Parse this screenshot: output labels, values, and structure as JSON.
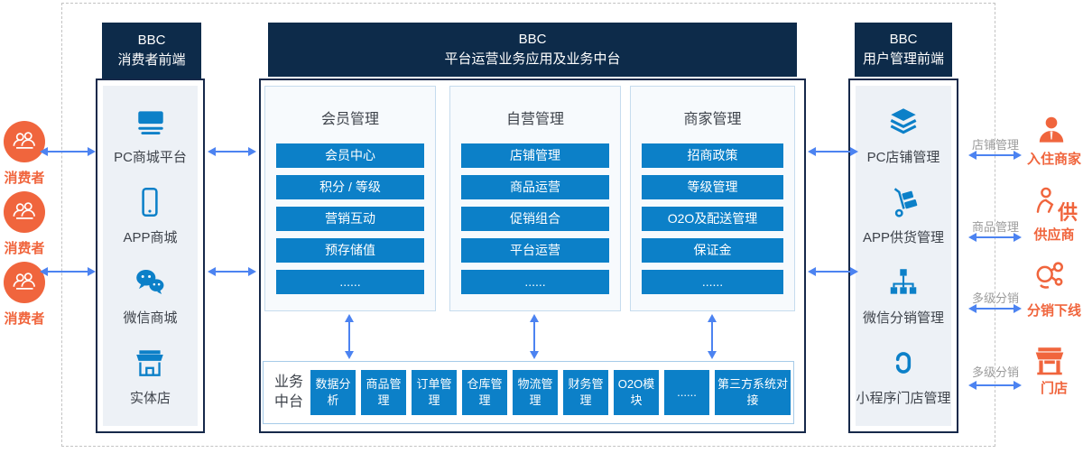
{
  "colors": {
    "navy": "#0d2b4a",
    "button_blue": "#0c80c8",
    "orange": "#f0653d",
    "arrow_blue": "#4c83f1"
  },
  "consumers": [
    {
      "label": "消费者"
    },
    {
      "label": "消费者"
    },
    {
      "label": "消费者"
    }
  ],
  "left_panel": {
    "title_line1": "BBC",
    "title_line2": "消费者前端",
    "items": [
      {
        "icon": "pc-mall-icon",
        "label": "PC商城平台"
      },
      {
        "icon": "app-mall-icon",
        "label": "APP商城"
      },
      {
        "icon": "wechat-mall-icon",
        "label": "微信商城"
      },
      {
        "icon": "physical-store-icon",
        "label": "实体店"
      }
    ]
  },
  "middle_panel": {
    "title_line1": "BBC",
    "title_line2": "平台运营业务应用及业务中台",
    "groups": [
      {
        "title": "会员管理",
        "buttons": [
          "会员中心",
          "积分 / 等级",
          "营销互动",
          "预存储值",
          "......"
        ]
      },
      {
        "title": "自营管理",
        "buttons": [
          "店铺管理",
          "商品运营",
          "促销组合",
          "平台运营",
          "......"
        ]
      },
      {
        "title": "商家管理",
        "buttons": [
          "招商政策",
          "等级管理",
          "O2O及配送管理",
          "保证金",
          "......"
        ]
      }
    ],
    "business_hub": {
      "label": "业务中台",
      "modules": [
        "数据分析",
        "商品管理",
        "订单管理",
        "仓库管理",
        "物流管理",
        "财务管理",
        "O2O模块",
        "......",
        "第三方系统对接"
      ]
    }
  },
  "right_panel": {
    "title_line1": "BBC",
    "title_line2": "用户管理前端",
    "items": [
      {
        "icon": "pc-store-manage-icon",
        "label": "PC店铺管理"
      },
      {
        "icon": "app-supply-icon",
        "label": "APP供货管理"
      },
      {
        "icon": "wechat-distribution-icon",
        "label": "微信分销管理"
      },
      {
        "icon": "miniprogram-store-icon",
        "label": "小程序门店管理"
      }
    ]
  },
  "external_partners": [
    {
      "relation": "店铺管理",
      "label": "入住商家",
      "icon": "merchant-icon"
    },
    {
      "relation": "商品管理",
      "label": "供应商",
      "icon": "supplier-icon",
      "icon_char": "供"
    },
    {
      "relation": "多级分销",
      "label": "分销下线",
      "icon": "distribution-network-icon"
    },
    {
      "relation": "多级分销",
      "label": "门店",
      "icon": "storefront-icon"
    }
  ]
}
